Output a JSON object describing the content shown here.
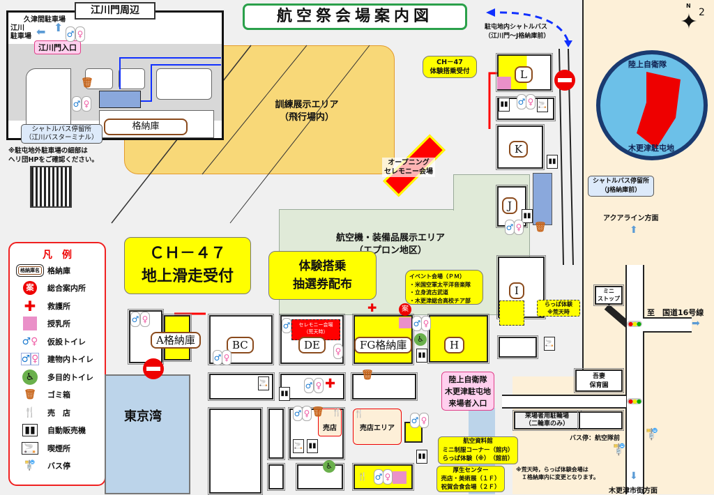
{
  "title": "航空祭会場案内図",
  "inset": {
    "title": "江川門周辺",
    "kuzuma_parking": "久津間駐車場",
    "egawa_parking": "江川\n駐車場",
    "gate": "江川門入口",
    "hangar": "格納庫",
    "bus_stop": "シャトルバス停留所\n（江川バスターミナル）",
    "note": "※駐屯地外駐車場の細部は\nヘリ団HPをご確認ください。"
  },
  "areas": {
    "training": "訓練展示エリア\n（飛行場内）",
    "opening": "オープニング\nセレモニー会場",
    "apron": "航空機・装備品展示エリア\n（エプロン地区）",
    "tokyo_bay": "東京湾"
  },
  "shuttle": {
    "route": "駐屯地内シャトルバス\n（江川門～J格納庫前）",
    "j_stop": "シャトルバス停留所\n（J格納庫前）"
  },
  "callouts": {
    "ch47_ride": "CH－47\n体験搭乗受付",
    "ch47_taxi": "ＣＨ－４７\n地上滑走受付",
    "lottery": "体験搭乗\n抽選券配布",
    "event": "イベント会場（ＰＭ）\n・米国空軍太平洋音楽隊\n・立身流古武道\n・木更津総合高校チア部",
    "rappa": "らっぱ体験\n※荒天時",
    "museum": "航空資料館\nミニ制服コーナー（館内）\nらっぱ体験（※）　（館前）",
    "welfare": "厚生センター\n売店・美術展（１Ｆ）\n祝賀会食会場（２Ｆ）",
    "entrance": "陸上自衛隊\n木更津駐屯地\n来場者入口",
    "ceremony_rain": "セレモニー会場\n（荒天時）"
  },
  "hangars": {
    "a": "A格納庫",
    "bc": "BC",
    "de": "DE",
    "fg": "FG格納庫",
    "h": "H",
    "i": "I",
    "j": "J",
    "k": "K",
    "l": "L"
  },
  "shops": {
    "shop": "売店",
    "shop_area": "売店エリア"
  },
  "roads": {
    "aqualine": "アクアライン方面",
    "route16": "至　国道16号線",
    "city": "木更津市街方面",
    "bus_stop": "バス停：航空隊前",
    "ministop": "ミニ\nストップ",
    "nursery": "吾妻\n保育園",
    "bike": "来場者用駐輪場\n（二輪車のみ）",
    "rain_note": "※荒天時，らっぱ体験会場は\n　Ｉ格納庫内に変更となります。"
  },
  "emblem": {
    "top": "陸上自衛隊",
    "bottom": "木更津駐屯地"
  },
  "compass": "N",
  "page_number": "2",
  "legend": {
    "title": "凡　例",
    "hangar_sample": "格納庫名",
    "items": [
      {
        "icon": "hangar-icon",
        "label": "格納庫"
      },
      {
        "icon": "info-icon",
        "label": "総合案内所"
      },
      {
        "icon": "first-aid-icon",
        "label": "救護所"
      },
      {
        "icon": "nursing-icon",
        "label": "授乳所"
      },
      {
        "icon": "temp-toilet-icon",
        "label": "仮設トイレ"
      },
      {
        "icon": "building-toilet-icon",
        "label": "建物内トイレ"
      },
      {
        "icon": "accessible-toilet-icon",
        "label": "多目的トイレ"
      },
      {
        "icon": "trash-icon",
        "label": "ゴミ箱"
      },
      {
        "icon": "shop-icon",
        "label": "売　店"
      },
      {
        "icon": "vending-icon",
        "label": "自動販売機"
      },
      {
        "icon": "smoking-icon",
        "label": "喫煙所"
      },
      {
        "icon": "bus-stop-icon",
        "label": "バス停"
      }
    ]
  },
  "info_glyph": "案",
  "colors": {
    "yellow": "#ffff00",
    "red": "#e00000",
    "training": "#f8d878",
    "apron": "#e0ead8",
    "bay": "#bcd4ea",
    "beige": "#fdf0d8"
  }
}
